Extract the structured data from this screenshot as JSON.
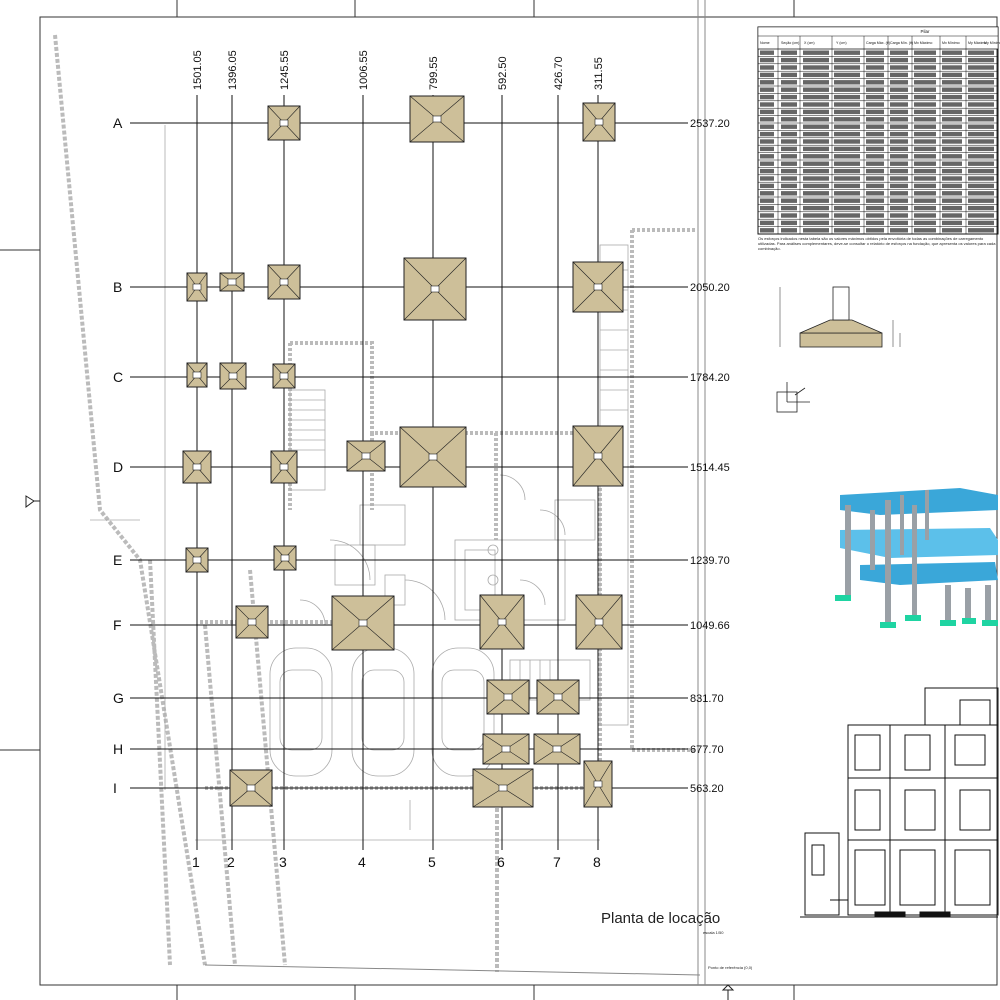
{
  "drawing": {
    "title": "Planta de locação",
    "scale_note": "escala 1/50",
    "table_caption": "Os esforços indicados nesta tabela são os valores máximos obtidos pela envoltória de todas as combinações de carregamento utilizadas. Para análises complementares, deve-se consultar o relatório de esforços na fundação, que apresenta os valores para cada combinação.",
    "corner_note": "Ponto de referência (0,0)"
  },
  "grid": {
    "rows": [
      {
        "label": "A",
        "coord": "2537.20"
      },
      {
        "label": "B",
        "coord": "2050.20"
      },
      {
        "label": "C",
        "coord": "1784.20"
      },
      {
        "label": "D",
        "coord": "1514.45"
      },
      {
        "label": "E",
        "coord": "1239.70"
      },
      {
        "label": "F",
        "coord": "1049.66"
      },
      {
        "label": "G",
        "coord": "831.70"
      },
      {
        "label": "H",
        "coord": "677.70"
      },
      {
        "label": "I",
        "coord": "563.20"
      }
    ],
    "cols": [
      {
        "label": "1",
        "coord": "1501.05"
      },
      {
        "label": "2",
        "coord": "1396.05"
      },
      {
        "label": "3",
        "coord": "1245.55"
      },
      {
        "label": "4",
        "coord": "1006.55"
      },
      {
        "label": "5",
        "coord": "799.55"
      },
      {
        "label": "6",
        "coord": "592.50"
      },
      {
        "label": "7",
        "coord": "426.70"
      },
      {
        "label": "8",
        "coord": "311.55"
      }
    ]
  },
  "table": {
    "group_header": "Pilar",
    "headers": [
      "Nome",
      "Seção (cm)",
      "X (cm)",
      "Y (cm)",
      "Carga Máx. (tf)",
      "Carga Mín. (tf)",
      "Mx Máximo",
      "Mx Mínimo",
      "My Máximo",
      "My Mínimo"
    ]
  },
  "colors": {
    "footing": "#cdbf99",
    "frame_blue": "#3aa7d9",
    "frame_grey": "#9aa0a6",
    "support_green": "#1fd4a2"
  }
}
